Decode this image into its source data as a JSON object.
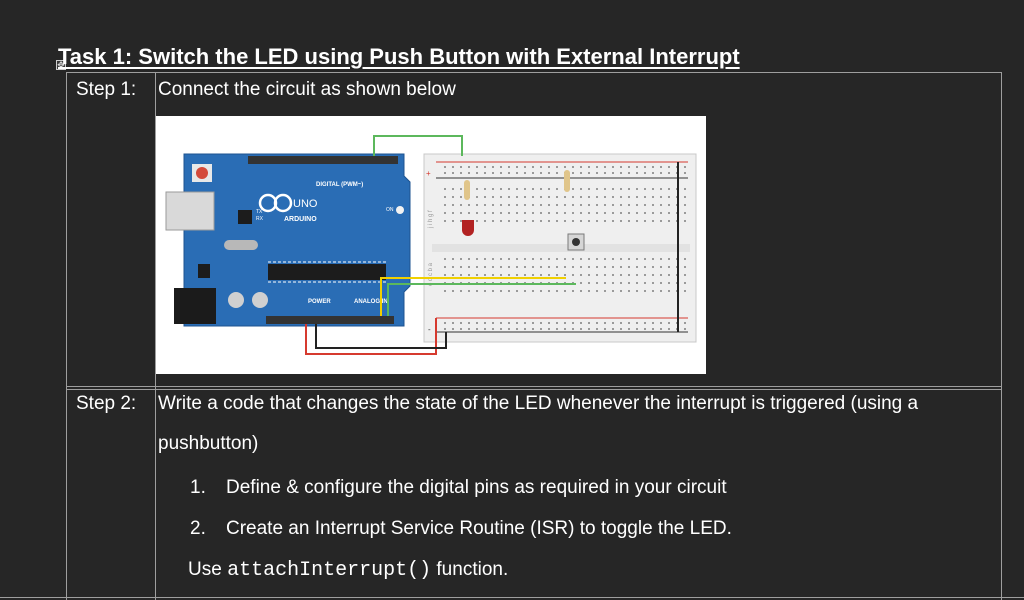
{
  "task": {
    "title": "Task 1: Switch the LED using Push Button with External Interrupt",
    "handle_glyph": "✥"
  },
  "step1": {
    "label": "Step 1:",
    "instruction": "Connect the circuit as shown below"
  },
  "figure": {
    "board_label": "ARDUINO",
    "model_label": "UNO",
    "digital_label": "DIGITAL (PWM~)",
    "power_label": "POWER",
    "analog_label": "ANALOG IN",
    "on_label": "ON",
    "tx_label": "TX",
    "rx_label": "RX",
    "rail_plus": "+",
    "rail_minus": "-",
    "row_letters_top": "j i h g f",
    "row_letters_bottom": "e d c b a",
    "colors": {
      "board": "#2a6db5",
      "wire_green": "#5cb85c",
      "wire_yellow": "#f0d000",
      "wire_red": "#d63a2f",
      "wire_black": "#222222",
      "led": "#b22222"
    }
  },
  "step2": {
    "label": "Step 2:",
    "line1": "Write a code that changes the state of the LED whenever the interrupt is triggered (using a",
    "line2": "pushbutton)",
    "items": [
      {
        "num": "1.",
        "text": "Define & configure the digital pins as required in your circuit"
      },
      {
        "num": "2.",
        "text": "Create an Interrupt Service Routine (ISR) to toggle the LED."
      }
    ],
    "use_prefix": "Use ",
    "code": "attachInterrupt()",
    "use_suffix": " function."
  }
}
